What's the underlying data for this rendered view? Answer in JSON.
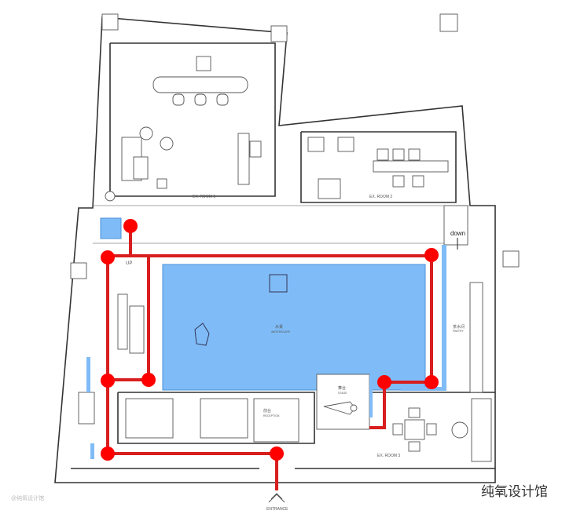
{
  "labels": {
    "ex_room_1": "EX. ROOM 1",
    "ex_room_2": "EX. ROOM 2",
    "ex_room_3": "EX. ROOM 3",
    "waterscape_cn": "水景",
    "waterscape_en": "WATERSCAPE",
    "stage_cn": "舞台",
    "stage_en": "STAGE",
    "reception_cn": "前台",
    "reception_en": "RECEPTION",
    "pantry_cn": "茶水间",
    "pantry_en": "PANTRY",
    "down": "down",
    "up": "UP",
    "entrance": "ENTRANCE"
  },
  "watermark": "纯氧设计馆",
  "watermark_small": "@纯氧设计馆",
  "colors": {
    "route": "#d81e1e",
    "node": "#ff0000",
    "water": "#7fbcf7"
  }
}
